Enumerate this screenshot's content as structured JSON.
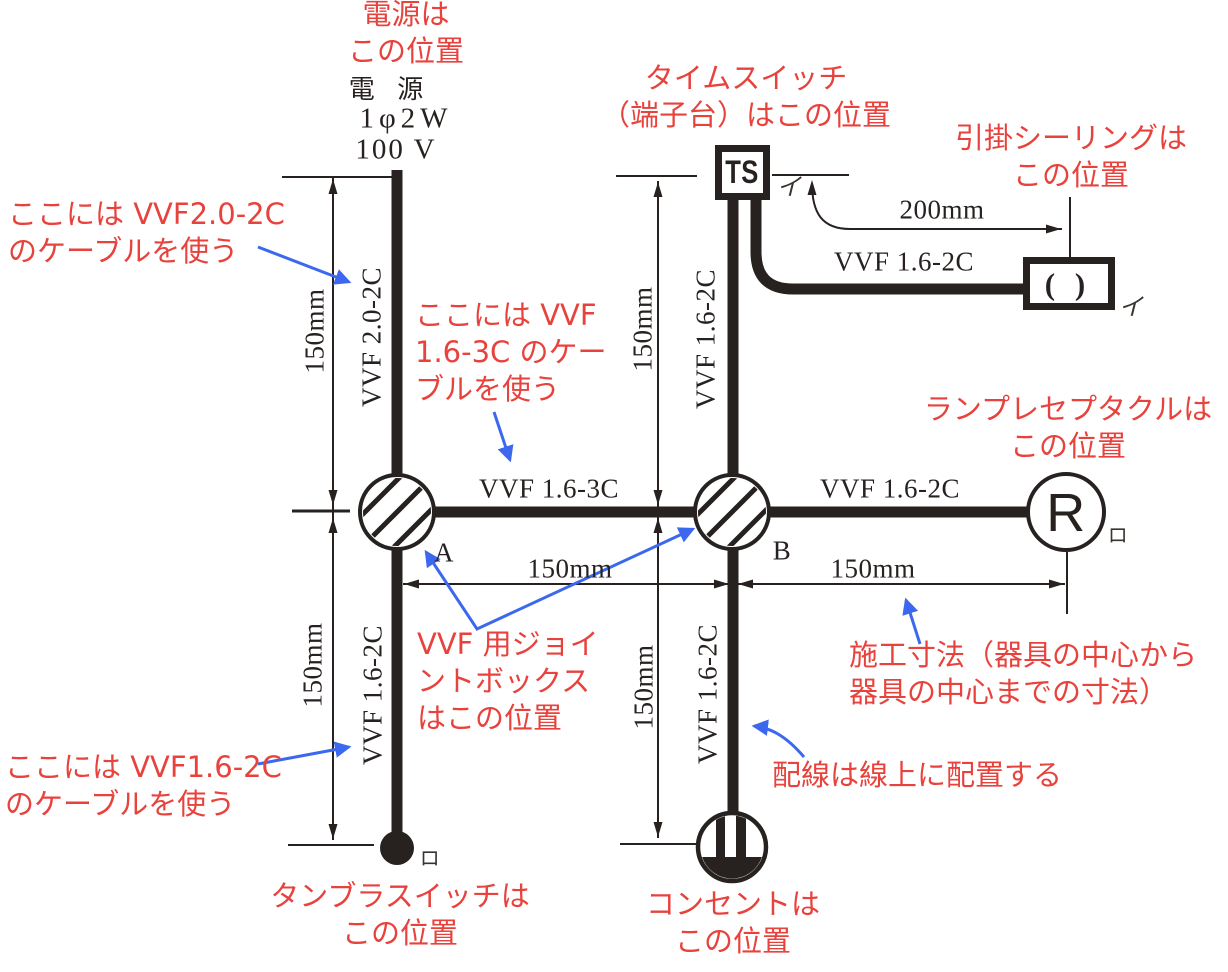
{
  "colors": {
    "ink": "#272220",
    "red": "#e8423d",
    "blue": "#3b68ee"
  },
  "power": {
    "title": "電 源",
    "phase": "1φ2W",
    "voltage": "100 V"
  },
  "cables": {
    "source": "VVF 2.0-2C",
    "left_lower": "VVF 1.6-2C",
    "a_to_b": "VVF 1.6-3C",
    "ts_to_b": "VVF 1.6-2C",
    "b_to_outlet": "VVF 1.6-2C",
    "b_to_receptacle": "VVF 1.6-2C",
    "ts_to_ceiling": "VVF 1.6-2C"
  },
  "dims": {
    "left_top": "150mm",
    "left_bottom": "150mm",
    "ts_to_b": "150mm",
    "b_to_outlet": "150mm",
    "a_to_b": "150mm",
    "b_to_receptacle": "150mm",
    "ts_to_ceiling": "200mm"
  },
  "devices": {
    "time_switch": "TS",
    "receptacle": "R",
    "ceiling_rose": "( )",
    "joint_a": "A",
    "joint_b": "B",
    "mark_i_ts": "イ",
    "mark_i_ceiling": "イ",
    "mark_ro_receptacle": "ロ",
    "mark_ro_switch": "ロ"
  },
  "notes": {
    "power": {
      "l1": "電源は",
      "l2": "この位置"
    },
    "cable20": {
      "l1": "ここには VVF2.0-2C",
      "l2": "のケーブルを使う"
    },
    "cable163": {
      "l1": "ここには VVF",
      "l2": "1.6-3C のケー",
      "l3": "ブルを使う"
    },
    "timeswitch": {
      "l1": "タイムスイッチ",
      "l2": "（端子台）はこの位置"
    },
    "ceiling": {
      "l1": "引掛シーリングは",
      "l2": "この位置"
    },
    "receptacle": {
      "l1": "ランプレセプタクルは",
      "l2": "この位置"
    },
    "jointbox": {
      "l1": "VVF 用ジョイ",
      "l2": "ントボックス",
      "l3": "はこの位置"
    },
    "dimension": {
      "l1": "施工寸法（器具の中心から",
      "l2": "器具の中心までの寸法）"
    },
    "wiring": {
      "l1": "配線は線上に配置する"
    },
    "tumbler": {
      "l1": "タンブラスイッチは",
      "l2": "この位置"
    },
    "outlet": {
      "l1": "コンセントは",
      "l2": "この位置"
    },
    "cable162": {
      "l1": "ここには VVF1.6-2C",
      "l2": "のケーブルを使う"
    }
  }
}
